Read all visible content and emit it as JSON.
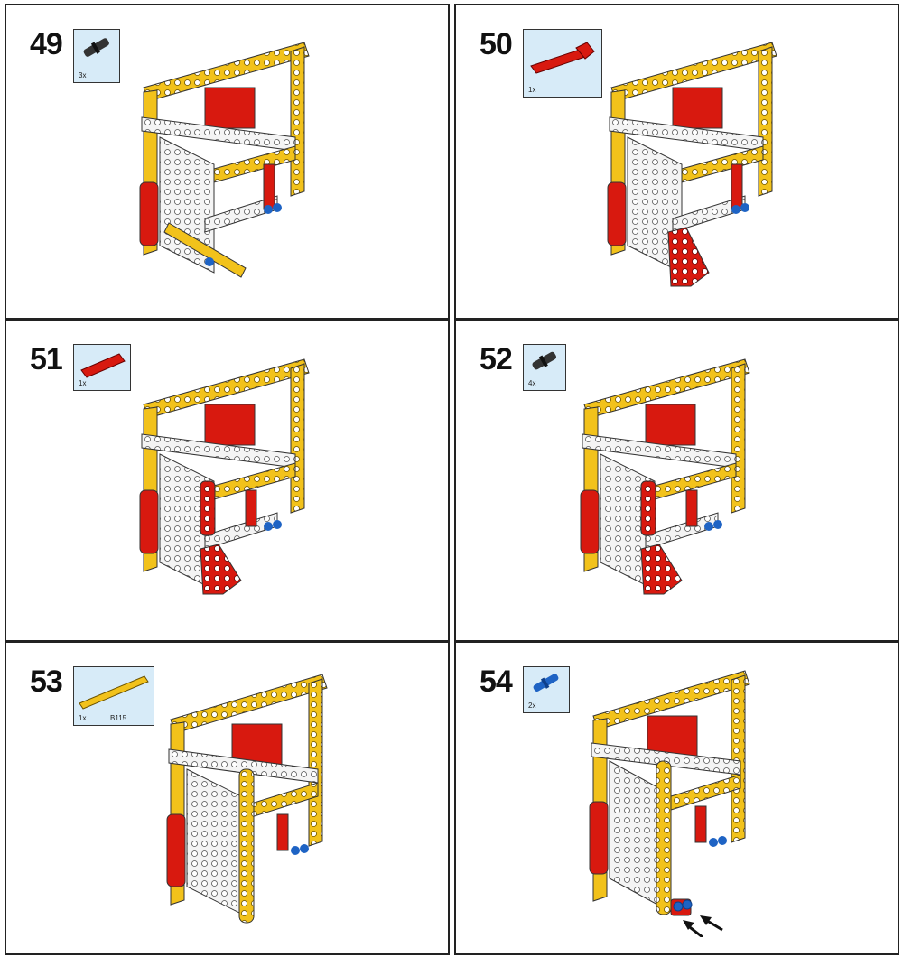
{
  "steps": [
    {
      "number": "49",
      "parts": [
        {
          "qty": "3x",
          "code": "",
          "part_icon": "black-connector-pin-icon"
        }
      ]
    },
    {
      "number": "50",
      "parts": [
        {
          "qty": "1x",
          "code": "",
          "part_icon": "red-angled-beam-icon"
        }
      ]
    },
    {
      "number": "51",
      "parts": [
        {
          "qty": "1x",
          "code": "",
          "part_icon": "red-short-beam-icon"
        }
      ]
    },
    {
      "number": "52",
      "parts": [
        {
          "qty": "4x",
          "code": "",
          "part_icon": "black-connector-pin-icon"
        }
      ]
    },
    {
      "number": "53",
      "parts": [
        {
          "qty": "1x",
          "code": "B115",
          "part_icon": "yellow-long-beam-icon"
        }
      ]
    },
    {
      "number": "54",
      "parts": [
        {
          "qty": "2x",
          "code": "",
          "part_icon": "blue-axle-pin-icon"
        }
      ]
    }
  ],
  "colors": {
    "yellow": "#f2c21b",
    "red": "#d8190f",
    "white": "#f4f4f4",
    "blue": "#1e63c4",
    "black": "#222222",
    "part_box": "#d7ebf8"
  }
}
